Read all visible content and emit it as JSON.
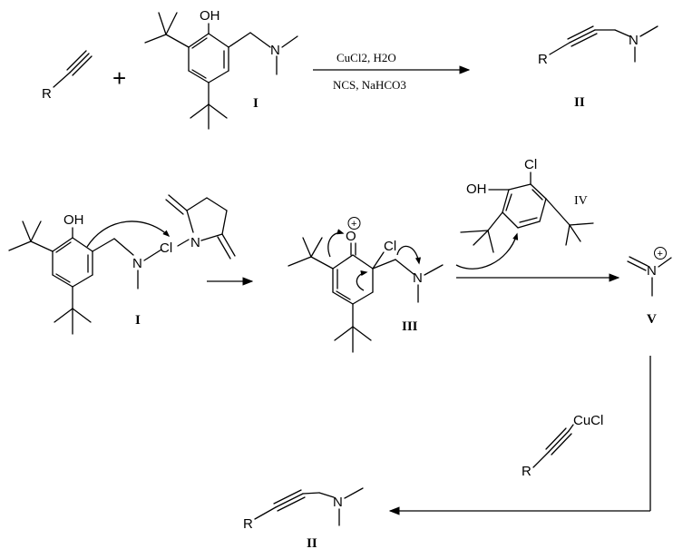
{
  "atoms": {
    "R": "R",
    "OH": "OH",
    "N": "N",
    "Cl": "Cl",
    "O": "O",
    "CuCl": "CuCl",
    "charge": "+"
  },
  "labels": {
    "I": "I",
    "II": "II",
    "III": "III",
    "IV": "IV",
    "V": "V",
    "plus": "+"
  },
  "conditions": {
    "top": "CuCl2, H2O",
    "bottom": "NCS, NaHCO3"
  }
}
